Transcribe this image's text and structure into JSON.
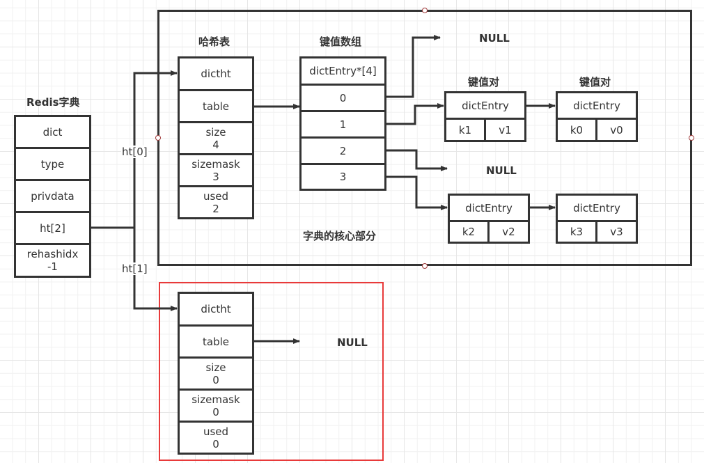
{
  "colors": {
    "line": "#333333",
    "highlight_frame": "#e83a3a",
    "handle": "#a23b3b"
  },
  "redis_dict": {
    "title": "Redis字典",
    "fields": [
      {
        "name": "dict"
      },
      {
        "name": "type"
      },
      {
        "name": "privdata"
      },
      {
        "name": "ht[2]"
      },
      {
        "name": "rehashidx",
        "value": "-1"
      }
    ]
  },
  "edges": {
    "ht0_label": "ht[0]",
    "ht1_label": "ht[1]"
  },
  "core_group": {
    "caption": "字典的核心部分",
    "hashtable": {
      "title": "哈希表",
      "rows": [
        {
          "name": "dictht"
        },
        {
          "name": "table"
        },
        {
          "name": "size",
          "value": "4"
        },
        {
          "name": "sizemask",
          "value": "3"
        },
        {
          "name": "used",
          "value": "2"
        }
      ]
    },
    "array": {
      "title": "键值数组",
      "header": "dictEntry*[4]",
      "indices": [
        "0",
        "1",
        "2",
        "3"
      ]
    },
    "null_labels": [
      "NULL",
      "NULL"
    ],
    "entries_title": "键值对",
    "entries": [
      {
        "title": "键值对",
        "header": "dictEntry",
        "key": "k1",
        "value": "v1"
      },
      {
        "title": "键值对",
        "header": "dictEntry",
        "key": "k0",
        "value": "v0"
      },
      {
        "header": "dictEntry",
        "key": "k2",
        "value": "v2"
      },
      {
        "header": "dictEntry",
        "key": "k3",
        "value": "v3"
      }
    ]
  },
  "rehash_group": {
    "hashtable": {
      "rows": [
        {
          "name": "dictht"
        },
        {
          "name": "table"
        },
        {
          "name": "size",
          "value": "0"
        },
        {
          "name": "sizemask",
          "value": "0"
        },
        {
          "name": "used",
          "value": "0"
        }
      ]
    },
    "null_label": "NULL"
  }
}
